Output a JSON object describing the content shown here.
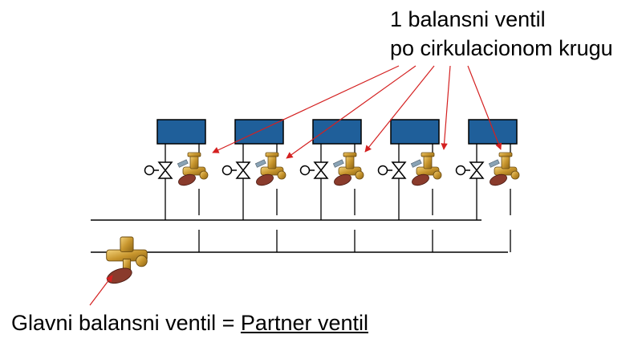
{
  "annotation_top": {
    "line1": "1 balansni ventil",
    "line2": "po cirkulacionom krugu"
  },
  "annotation_bottom": {
    "prefix": "Glavni balansni ventil = ",
    "partner": "Partner ventil"
  },
  "circuit_count": 5,
  "colors": {
    "radiator_fill": "#1f5f9a",
    "radiator_stroke": "#000000",
    "pipe": "#000000",
    "leader_line": "#d42020",
    "valve_brass": "#c8962e",
    "valve_handle": "#8a3b2c"
  },
  "icons": {
    "circuit_valve": "balancing-valve-icon",
    "shutoff": "shutoff-valve-icon",
    "main_valve": "main-balancing-valve-icon"
  }
}
